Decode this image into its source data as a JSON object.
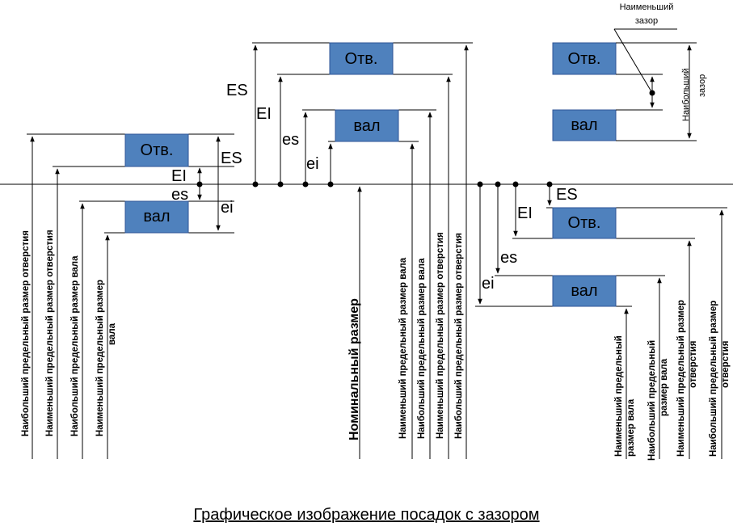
{
  "caption": "Графическое изображение посадок с зазором",
  "boxes": {
    "hole": "Отв.",
    "shaft": "вал"
  },
  "deviations": {
    "ES": "ES",
    "EI": "EI",
    "es": "es",
    "ei": "ei"
  },
  "labels": {
    "max_hole": "Наибольший предельный размер отверстия",
    "min_hole": "Наименьший предельный размер отверстия",
    "max_shaft": "Наибольший предельный размер вала",
    "min_shaft_l1": "Наименьший предельный размер",
    "min_shaft_l2": "вала",
    "nominal": "Номинальный размер",
    "min_shaft_short": "Наименьший предельный размер вала",
    "r_min_shaft_l1": "Наименьший предельный",
    "r_min_shaft_l2": "размер вала",
    "r_max_shaft_l1": "Наибольший предельный",
    "r_max_shaft_l2": "размер вала",
    "r_min_hole_l1": "Наименьший предельный размер",
    "r_min_hole_l2": "отверстия",
    "r_max_hole_l1": "Наибольший предельный размер",
    "r_max_hole_l2": "отверстия"
  },
  "clearance": {
    "min_l1": "Наименьший",
    "min_l2": "зазор",
    "max_l1": "Наибольший",
    "max_l2": "зазор"
  }
}
